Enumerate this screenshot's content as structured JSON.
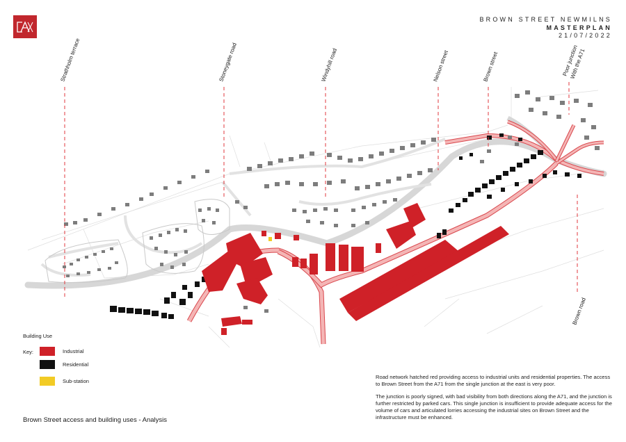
{
  "header": {
    "project": "BROWN STREET NEWMILNS",
    "title": "MASTERPLAN",
    "date": "21/07/2022"
  },
  "logo": {
    "icon": "cba-logo-icon",
    "color": "#c1272d"
  },
  "colors": {
    "industrial": "#cf2128",
    "residential": "#111111",
    "substation": "#f2cb25",
    "road_hatch": "#f4b5b5",
    "road_edge": "#d9474d",
    "road_grey": "#d7d7d7",
    "street_line": "#e0373c"
  },
  "streets": [
    "Strathholm terrace",
    "Stoneygate road",
    "Windyhill road",
    "Nelson street",
    "Brown street",
    "Poor junction",
    "With the A71",
    "Brown road"
  ],
  "legend": {
    "title": "Building Use",
    "key_label": "Key:",
    "items": [
      "Industrial",
      "Residential",
      "Sub-station"
    ]
  },
  "caption": "Brown Street access and building uses - Analysis",
  "notes": [
    "Road network hatched red  providing access to industrial units and residential properties. The access to Brown Street from the A71 from the single junction at the east is very poor.",
    "The junction is poorly signed, with bad visibility from both directions along the A71, and the junction is further restricted by parked cars.  This single junction is insufficient to provide adequate access for the volume of cars and articulated lorries accessing the industrial sites on Brown Street and the infrastructure must be enhanced."
  ]
}
